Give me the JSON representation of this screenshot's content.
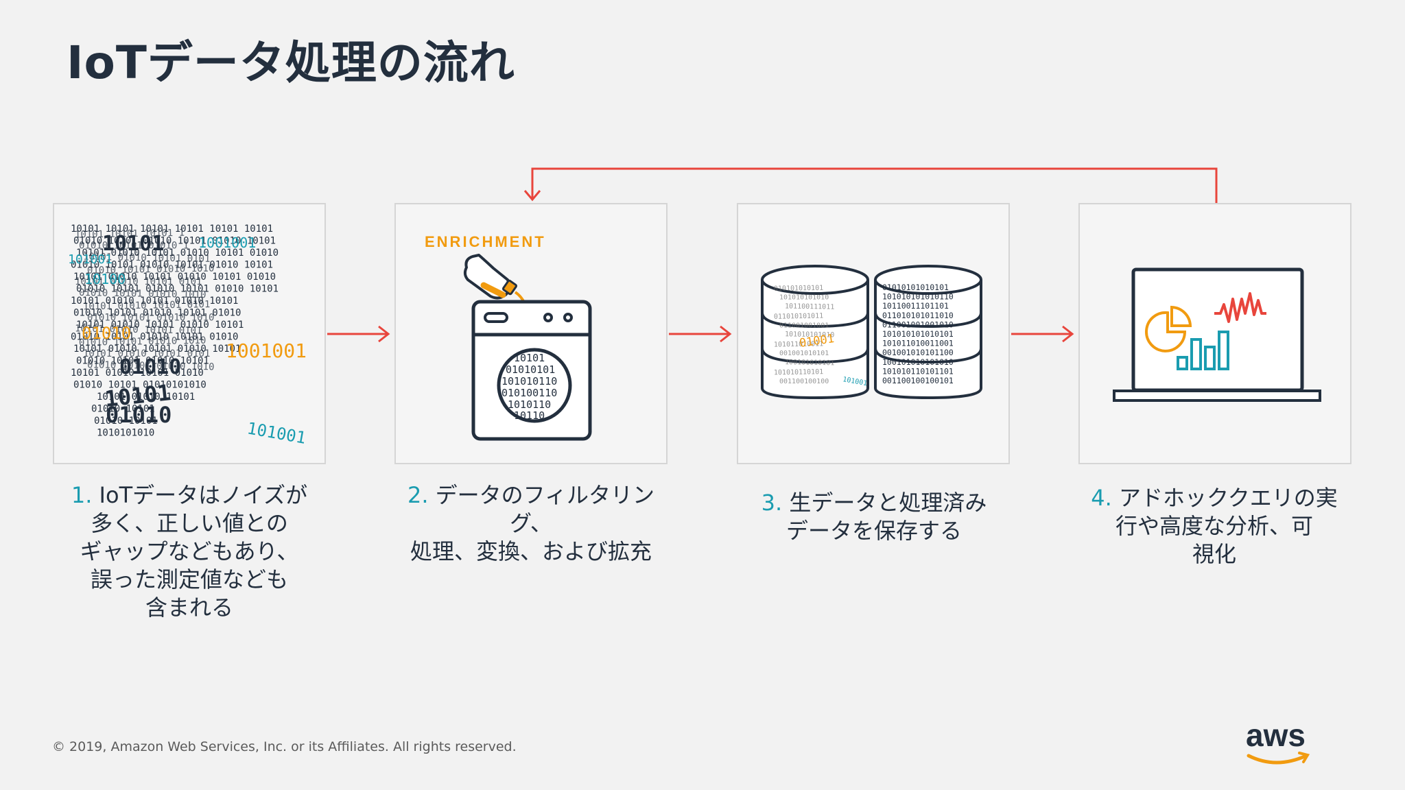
{
  "title": "IoTデータ処理の流れ",
  "colors": {
    "accent_red": "#e8453c",
    "accent_orange": "#f19b10",
    "accent_teal": "#1a9cb0",
    "dark": "#232f3e"
  },
  "steps": [
    {
      "num": "1.",
      "lines": [
        "IoTデータはノイズが",
        "多く、正しい値との",
        "ギャップなどもあり、",
        "誤った測定値なども",
        "含まれる"
      ]
    },
    {
      "num": "2.",
      "lines": [
        "データのフィルタリング、",
        "処理、変換、および拡充"
      ]
    },
    {
      "num": "3.",
      "lines": [
        "生データと処理済み",
        "データを保存する"
      ]
    },
    {
      "num": "4.",
      "lines": [
        "アドホッククエリの実",
        "行や高度な分析、可",
        "視化"
      ]
    }
  ],
  "panel1": {
    "binary_rows": [
      "10101 10101    10101 10101 10101 10101",
      "01010 10101    01010 10101 01010 10101",
      "10101 01010 10101 01010 10101 01010",
      "01010 10101 01010 10101 01010 10101",
      "10101 01010 10101 01010 10101 01010",
      "01010 10101 01010 10101 01010 10101",
      "10101 01010 10101 01010 10101",
      "01010 10101 01010 10101 01010",
      "10101 01010 10101 01010 10101",
      "01010 10101 01010 10101 01010",
      "10101 01010 10101 01010 10101",
      "01010 10101 01010 10101",
      "10101 01010 10101 01010",
      "01010 10101 01010101010",
      "10101 01010 10101",
      "01010 10101",
      "     01010 10101",
      "     1010101010"
    ],
    "bold_labels": [
      "10101",
      "01010",
      "10101",
      "01010"
    ],
    "teal_labels": [
      "101001",
      "1001001",
      "10100",
      "101001"
    ],
    "orange_labels": [
      "01010",
      "1001001"
    ]
  },
  "panel2": {
    "label": "ENRICHMENT",
    "drum_rows": [
      "10101",
      "01010101",
      "101010110",
      "010100110",
      "1010110",
      "10110"
    ]
  },
  "panel3": {
    "right_rows": [
      "01010101010101",
      "101010101010110",
      "10110011101101",
      "011010101011010",
      "011001001001010",
      "101010101010101",
      "101011010011001",
      "001001010101100",
      "100101010101010",
      "101010110101101",
      "001100100100101"
    ],
    "left_label_1": "01001",
    "left_label_2": "101001"
  },
  "footer": "© 2019, Amazon Web Services, Inc. or its Affiliates. All rights reserved.",
  "logo_text": "aws"
}
